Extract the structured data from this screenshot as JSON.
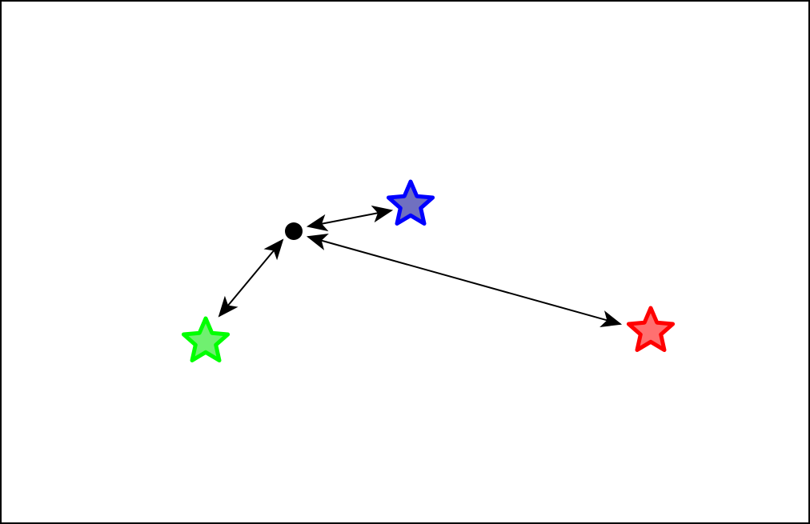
{
  "diagram": {
    "border_color": "#000000",
    "background": "#ffffff",
    "hub": {
      "color": "#000000"
    },
    "nodes": [
      {
        "id": "blue",
        "icon": "star-icon",
        "stroke": "#0000ff",
        "fill": "#7070c0"
      },
      {
        "id": "green",
        "icon": "star-icon",
        "stroke": "#00ff00",
        "fill": "#70f070"
      },
      {
        "id": "red",
        "icon": "star-icon",
        "stroke": "#ff0000",
        "fill": "#ff7070"
      }
    ],
    "connections": [
      {
        "from": "hub",
        "to": "blue",
        "style": "double-arrow",
        "color": "#000000"
      },
      {
        "from": "hub",
        "to": "green",
        "style": "double-arrow",
        "color": "#000000"
      },
      {
        "from": "hub",
        "to": "red",
        "style": "double-arrow",
        "color": "#000000"
      }
    ]
  }
}
